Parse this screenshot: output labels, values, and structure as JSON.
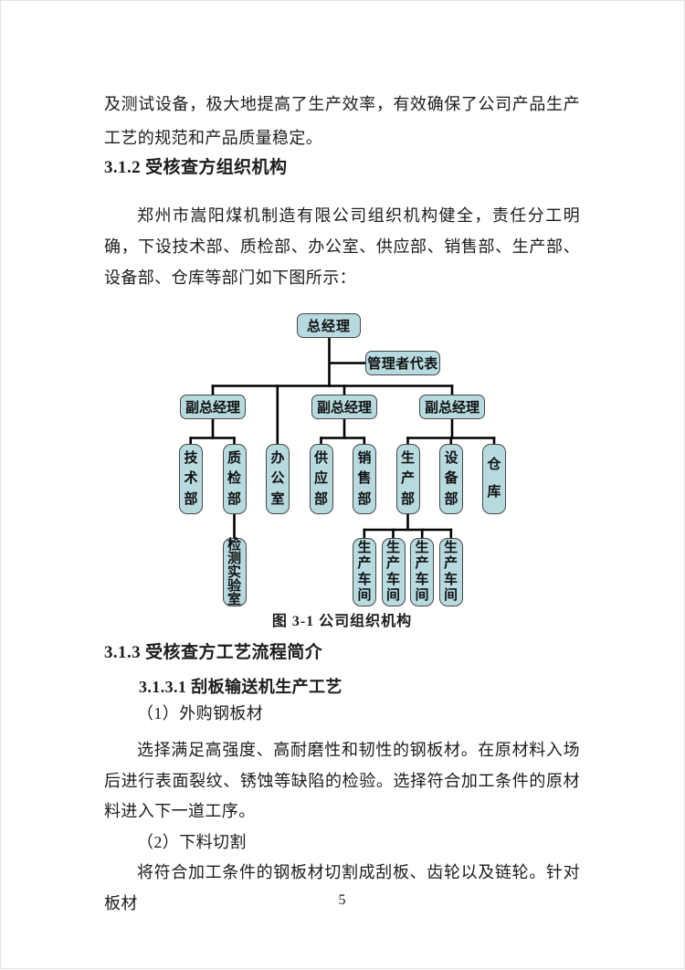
{
  "content": {
    "p_continuation": "及测试设备，极大地提高了生产效率，有效确保了公司产品生产工艺的规范和产品质量稳定。",
    "h_312": "3.1.2 受核查方组织机构",
    "p_org": "郑州市嵩阳煤机制造有限公司组织机构健全，责任分工明确，下设技术部、质检部、办公室、供应部、销售部、生产部、设备部、仓库等部门如下图所示：",
    "h_313": "3.1.3 受核查方工艺流程简介",
    "h_3131": "3.1.3.1 刮板输送机生产工艺",
    "item_1": "（1）外购钢板材",
    "p_steel": "选择满足高强度、高耐磨性和韧性的钢板材。在原材料入场后进行表面裂纹、锈蚀等缺陷的检验。选择符合加工条件的原材料进入下一道工序。",
    "item_2": "（2）下料切割",
    "p_cut": "将符合加工条件的钢板材切割成刮板、齿轮以及链轮。针对板材"
  },
  "org_chart": {
    "caption": "图 3-1 公司组织机构",
    "colors": {
      "box_fill": "#b7dadf",
      "box_border": "#474747",
      "line": "#000000"
    },
    "nodes": {
      "general_manager": "总经理",
      "management_rep": "管理者代表",
      "deputy_gm_1": "副总经理",
      "deputy_gm_2": "副总经理",
      "deputy_gm_3": "副总经理",
      "dept_tech": "技术部",
      "dept_qc": "质检部",
      "dept_office": "办公室",
      "dept_supply": "供应部",
      "dept_sales": "销售部",
      "dept_prod": "生产部",
      "dept_equip": "设备部",
      "dept_warehouse": "仓库",
      "test_lab": "检测实验室",
      "workshop_1": "生产车间",
      "workshop_2": "生产车间",
      "workshop_3": "生产车间",
      "workshop_4": "生产车间"
    }
  },
  "page": {
    "number": "5"
  }
}
